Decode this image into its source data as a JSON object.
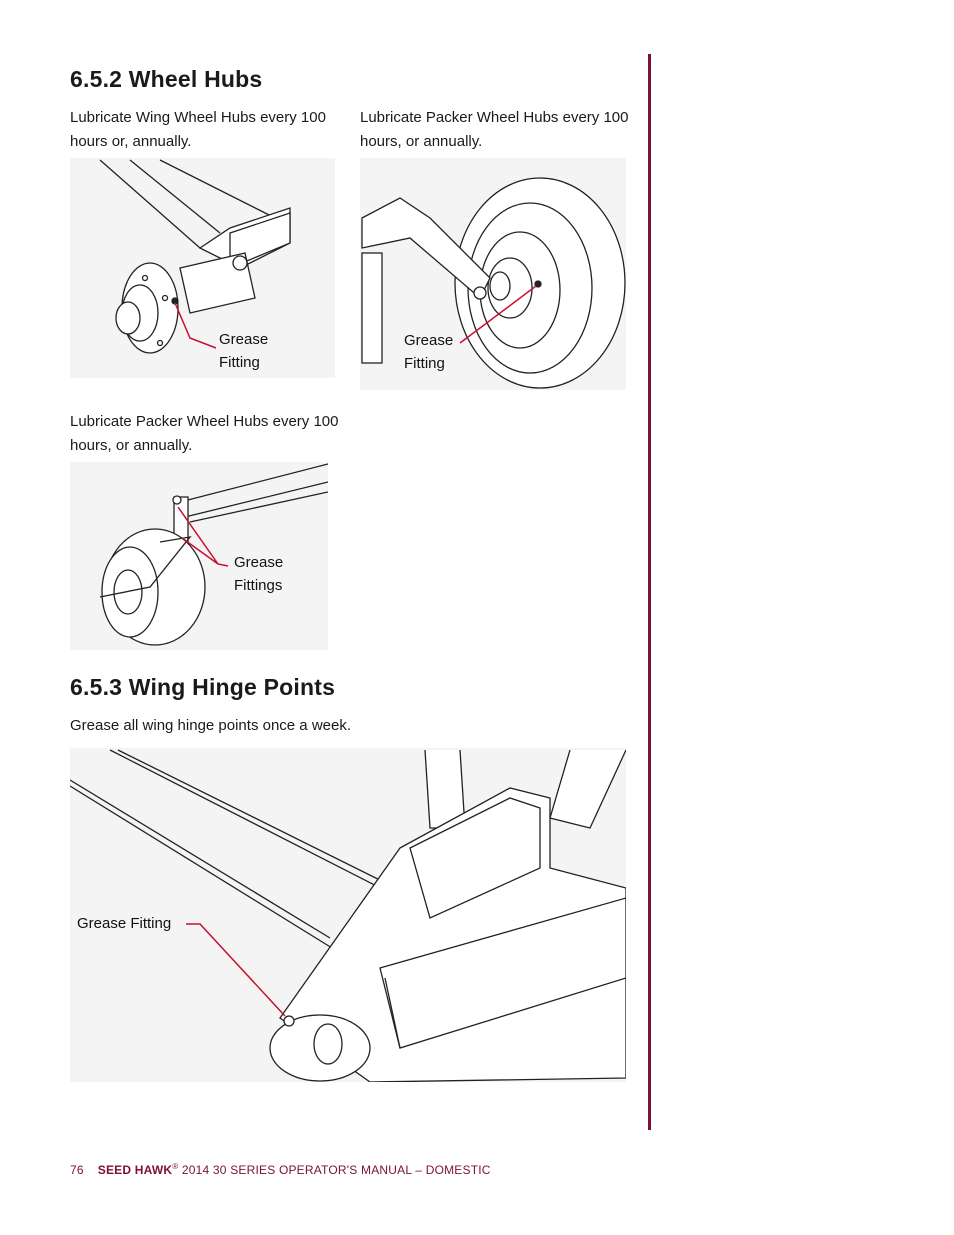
{
  "section_wheel_hubs": {
    "heading": "6.5.2 Wheel Hubs",
    "fig1_text": "Lubricate Wing Wheel Hubs every 100 hours or, annually.",
    "fig1_label": "Grease\nFitting",
    "fig2_text": "Lubricate Packer Wheel Hubs every 100 hours, or annually.",
    "fig2_label": "Grease\nFitting",
    "fig3_text": "Lubricate Packer Wheel Hubs every 100 hours, or annually.",
    "fig3_label": "Grease\nFittings"
  },
  "section_wing_hinge": {
    "heading": "6.5.3 Wing Hinge Points",
    "text": "Grease all wing hinge points once a week.",
    "fig_label": "Grease Fitting"
  },
  "footer": {
    "page_number": "76",
    "brand": "SEED HAWK",
    "registered": "®",
    "title": " 2014 30 SERIES OPERATOR'S MANUAL – DOMESTIC"
  },
  "colors": {
    "accent": "#7a1230",
    "leader_line": "#c8102e"
  }
}
